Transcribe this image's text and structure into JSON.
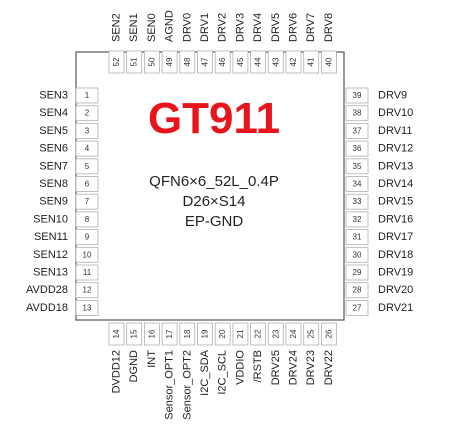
{
  "chip": {
    "name": "GT911",
    "name_color": "#e8141c",
    "package": "QFN6×6_52L_0.4P",
    "die": "D26×S14",
    "ep": "EP-GND"
  },
  "pins": {
    "left": [
      {
        "num": "1",
        "name": "SEN3"
      },
      {
        "num": "2",
        "name": "SEN4"
      },
      {
        "num": "3",
        "name": "SEN5"
      },
      {
        "num": "4",
        "name": "SEN6"
      },
      {
        "num": "5",
        "name": "SEN7"
      },
      {
        "num": "6",
        "name": "SEN8"
      },
      {
        "num": "7",
        "name": "SEN9"
      },
      {
        "num": "8",
        "name": "SEN10"
      },
      {
        "num": "9",
        "name": "SEN11"
      },
      {
        "num": "10",
        "name": "SEN12"
      },
      {
        "num": "11",
        "name": "SEN13"
      },
      {
        "num": "12",
        "name": "AVDD28"
      },
      {
        "num": "13",
        "name": "AVDD18"
      }
    ],
    "bottom": [
      {
        "num": "14",
        "name": "DVDD12"
      },
      {
        "num": "15",
        "name": "DGND"
      },
      {
        "num": "16",
        "name": "INT"
      },
      {
        "num": "17",
        "name": "Sensor_OPT1"
      },
      {
        "num": "18",
        "name": "Sensor_OPT2"
      },
      {
        "num": "19",
        "name": "I2C_SDA"
      },
      {
        "num": "20",
        "name": "I2C_SCL"
      },
      {
        "num": "21",
        "name": "VDDIO"
      },
      {
        "num": "22",
        "name": "/RSTB"
      },
      {
        "num": "23",
        "name": "DRV25"
      },
      {
        "num": "24",
        "name": "DRV24"
      },
      {
        "num": "25",
        "name": "DRV23"
      },
      {
        "num": "26",
        "name": "DRV22"
      }
    ],
    "right": [
      {
        "num": "39",
        "name": "DRV9"
      },
      {
        "num": "38",
        "name": "DRV10"
      },
      {
        "num": "37",
        "name": "DRV11"
      },
      {
        "num": "36",
        "name": "DRV12"
      },
      {
        "num": "35",
        "name": "DRV13"
      },
      {
        "num": "34",
        "name": "DRV14"
      },
      {
        "num": "33",
        "name": "DRV15"
      },
      {
        "num": "32",
        "name": "DRV16"
      },
      {
        "num": "31",
        "name": "DRV17"
      },
      {
        "num": "30",
        "name": "DRV18"
      },
      {
        "num": "29",
        "name": "DRV19"
      },
      {
        "num": "28",
        "name": "DRV20"
      },
      {
        "num": "27",
        "name": "DRV21"
      }
    ],
    "top": [
      {
        "num": "52",
        "name": "SEN2"
      },
      {
        "num": "51",
        "name": "SEN1"
      },
      {
        "num": "50",
        "name": "SEN0"
      },
      {
        "num": "49",
        "name": "AGND"
      },
      {
        "num": "48",
        "name": "DRV0"
      },
      {
        "num": "47",
        "name": "DRV1"
      },
      {
        "num": "46",
        "name": "DRV2"
      },
      {
        "num": "45",
        "name": "DRV3"
      },
      {
        "num": "44",
        "name": "DRV4"
      },
      {
        "num": "43",
        "name": "DRV5"
      },
      {
        "num": "42",
        "name": "DRV6"
      },
      {
        "num": "41",
        "name": "DRV7"
      },
      {
        "num": "40",
        "name": "DRV8"
      }
    ]
  }
}
